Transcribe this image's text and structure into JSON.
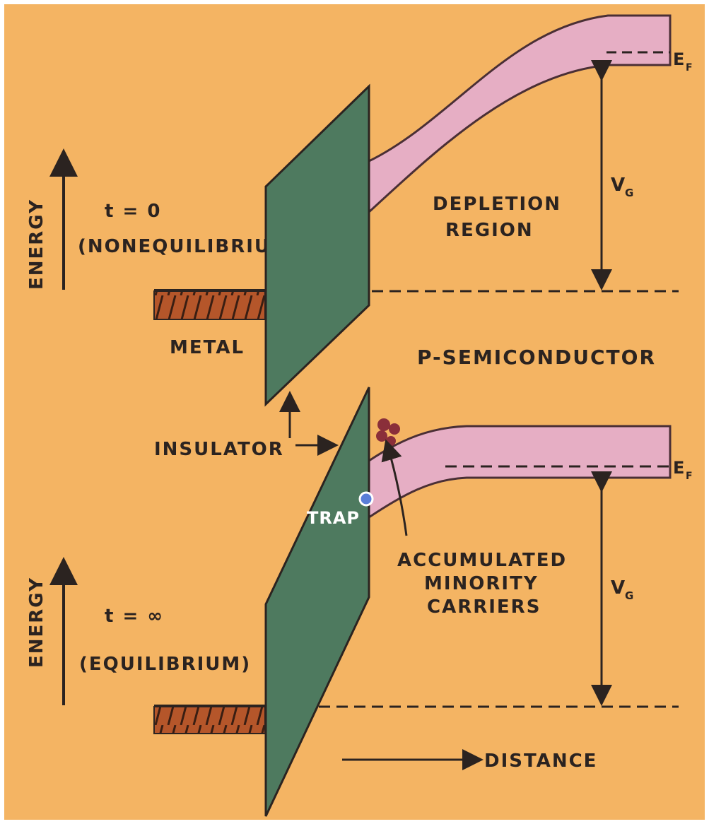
{
  "diagram": {
    "top": {
      "energy_label": "ENERGY",
      "time_label": "t = 0",
      "state_label": "(NONEQUILIBRIUM)",
      "region_label_line1": "DEPLETION",
      "region_label_line2": "REGION",
      "fermi_label": "E",
      "fermi_sub": "F",
      "gate_label": "V",
      "gate_sub": "G",
      "metal_label": "METAL",
      "semiconductor_label": "P-SEMICONDUCTOR"
    },
    "bottom": {
      "energy_label": "ENERGY",
      "time_label": "t = ∞",
      "state_label": "(EQUILIBRIUM)",
      "insulator_label": "INSULATOR",
      "trap_label": "TRAP",
      "carriers_line1": "ACCUMULATED",
      "carriers_line2": "MINORITY",
      "carriers_line3": "CARRIERS",
      "fermi_label": "E",
      "fermi_sub": "F",
      "gate_label": "V",
      "gate_sub": "G",
      "distance_label": "DISTANCE"
    },
    "colors": {
      "background": "#f4b463",
      "insulator": "#4e7a5f",
      "band": "#e6aec4",
      "metal": "#b5562a",
      "ink": "#2b2320",
      "carriers": "#8a2f3a",
      "trap": "#5a7ed8"
    }
  }
}
